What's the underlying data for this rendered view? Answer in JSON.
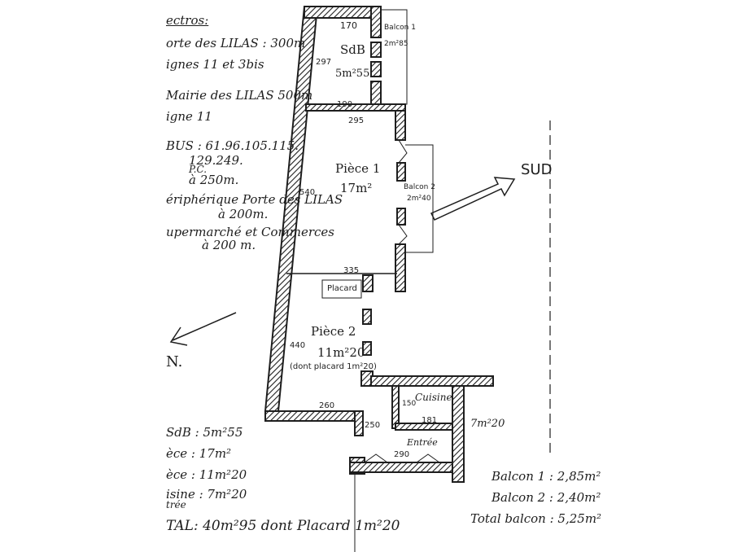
{
  "legend": {
    "transports_title": "ectros:",
    "line1": "orte des LILAS : 300m",
    "line2": "ignes 11 et 3bis",
    "line3": "Mairie des LILAS 500m",
    "line4": "igne 11",
    "bus1": "BUS : 61.96.105.115.",
    "bus2": "129.249.",
    "bus3": "P.C.",
    "bus4": "à 250m.",
    "periph1": "ériphérique Porte des LILAS",
    "periph2": "à 200m.",
    "super1": "upermarché et Commerces",
    "super2": "à 200 m."
  },
  "compass": {
    "north": "N.",
    "south": "SUD"
  },
  "rooms": {
    "sdb_name": "SdB",
    "sdb_area": "5m²55",
    "piece1_name": "Pièce 1",
    "piece1_area": "17m²",
    "piece2_name": "Pièce 2",
    "piece2_area": "11m²20",
    "piece2_note": "(dont placard 1m²20)",
    "placard": "Placard",
    "cuisine": "Cuisine",
    "cuisine_area": "7m²20",
    "entree": "Entrée",
    "balcon1": "Balcon 1",
    "balcon1_area": "2m²85",
    "balcon2": "Balcon 2",
    "balcon2_area": "2m²40"
  },
  "dimensions": {
    "d170": "170",
    "d297": "297",
    "d190": "190",
    "d295": "295",
    "d540": "540",
    "d335": "335",
    "d440": "440",
    "d260": "260",
    "d150": "150",
    "d250": "250",
    "d181": "181",
    "d290": "290"
  },
  "summary_left": {
    "l1": "SdB : 5m²55",
    "l2": "èce : 17m²",
    "l3": "èce : 11m²20",
    "l4": "isine : 7m²20",
    "l5": "trée",
    "total": "TAL: 40m²95  dont Placard 1m²20"
  },
  "summary_right": {
    "b1": "Balcon 1 : 2,85m²",
    "b2": "Balcon 2 : 2,40m²",
    "total": "Total balcon : 5,25m²"
  }
}
